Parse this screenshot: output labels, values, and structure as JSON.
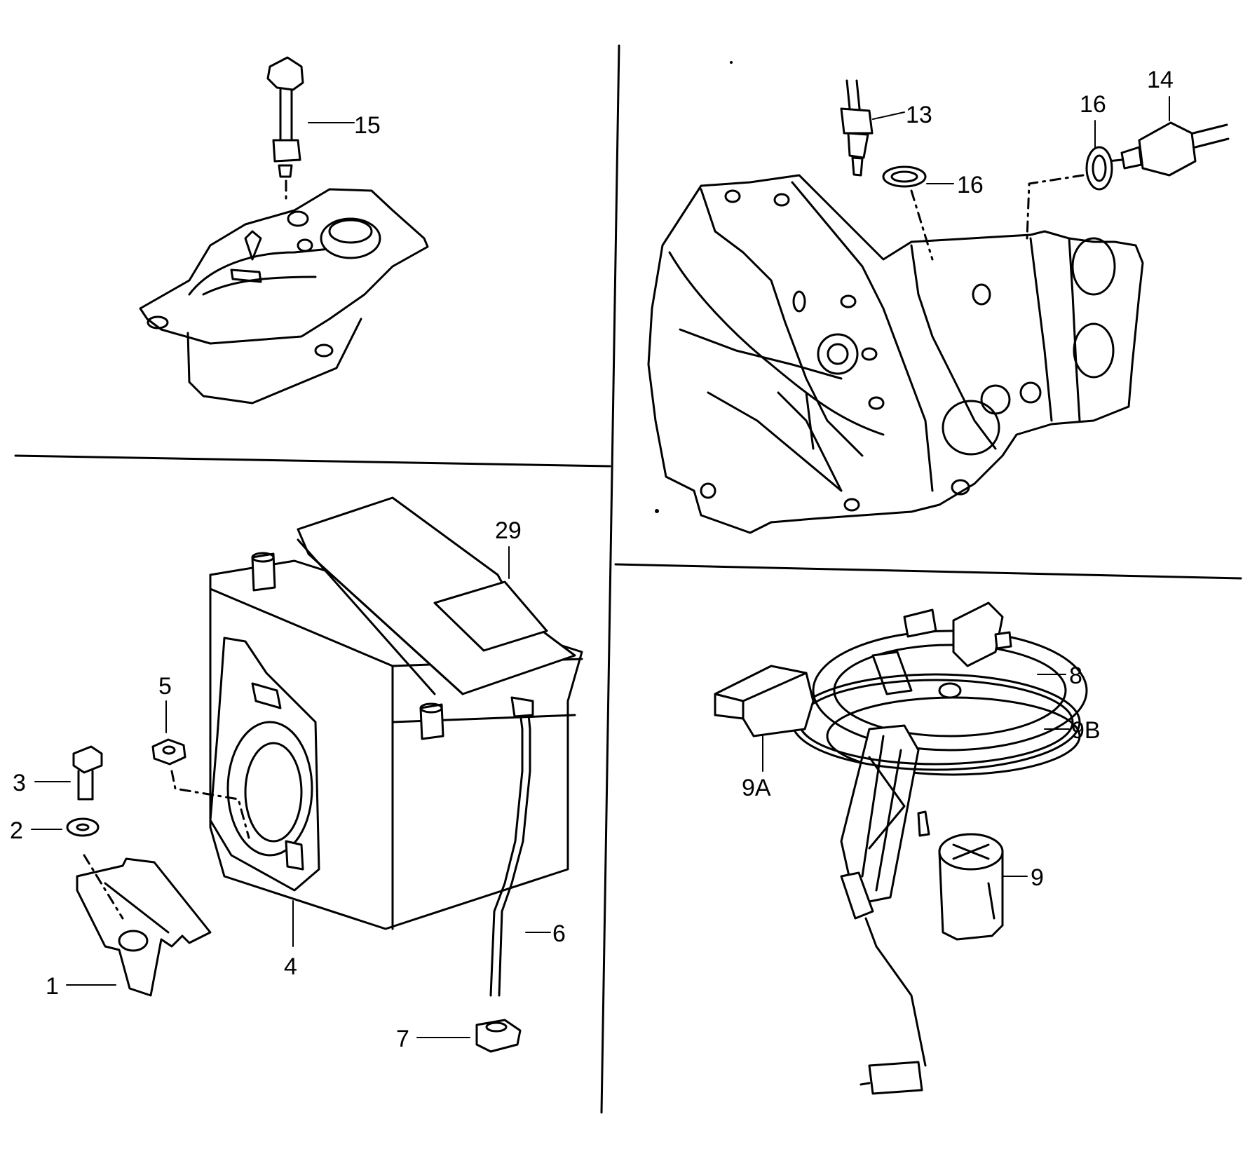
{
  "callouts": {
    "c1": "1",
    "c2": "2",
    "c3": "3",
    "c4": "4",
    "c5": "5",
    "c6": "6",
    "c7": "7",
    "c8": "8",
    "c9": "9",
    "c9a": "9A",
    "c9b": "9B",
    "c13": "13",
    "c14": "14",
    "c15": "15",
    "c16a": "16",
    "c16b": "16",
    "c29": "29"
  },
  "parts": [
    "coolant-expansion-tank",
    "temperature-sender",
    "gearbox-housing",
    "switch",
    "sealing-ring",
    "battery",
    "battery-hold-down",
    "fuel-sender-unit"
  ]
}
